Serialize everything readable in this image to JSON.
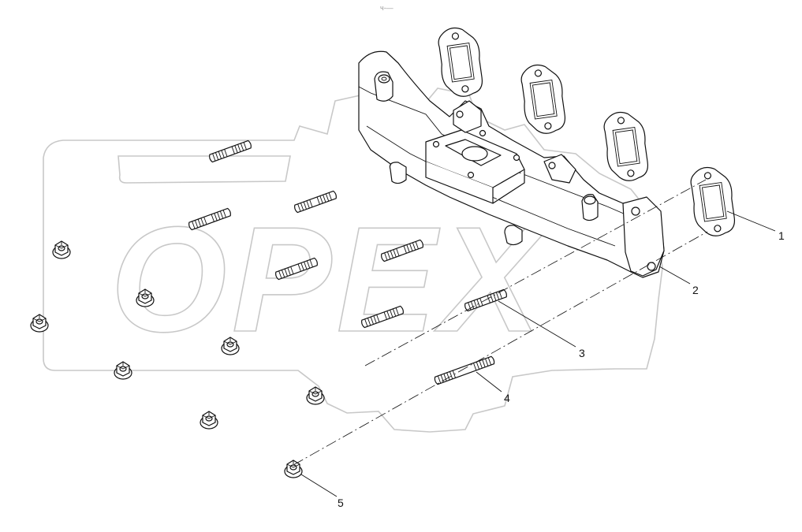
{
  "watermark": {
    "text": "OPEX"
  },
  "top_mark": "ч-—",
  "callouts": [
    {
      "id": "1",
      "label": "1"
    },
    {
      "id": "2",
      "label": "2"
    },
    {
      "id": "3",
      "label": "3"
    },
    {
      "id": "4",
      "label": "4"
    },
    {
      "id": "5",
      "label": "5"
    }
  ]
}
